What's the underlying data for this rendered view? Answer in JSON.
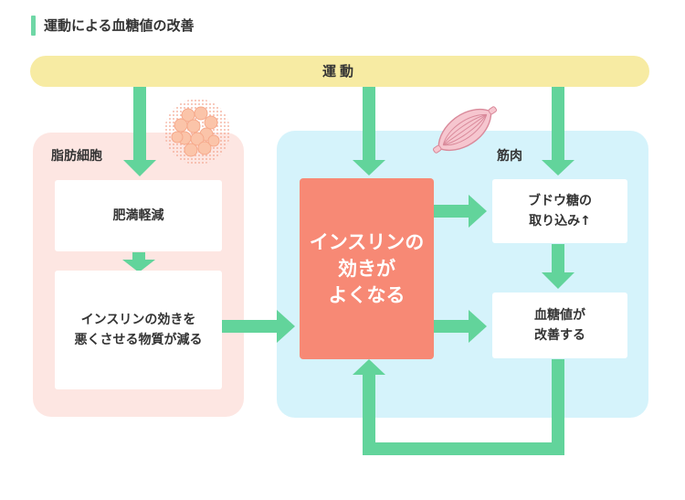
{
  "title": "運動による血糖値の改善",
  "exercise": "運動",
  "fat_cell_label": "脂肪細胞",
  "muscle_label": "筋肉",
  "boxes": {
    "fat_reduce": "肥満軽減",
    "insulin_bad": "インスリンの効きを\n悪くさせる物質が減る",
    "insulin_good": "インスリンの\n効きが\nよくなる",
    "glucose_uptake": "ブドウ糖の\n取り込み↑",
    "glucose_improve": "血糖値が\n改善する"
  },
  "colors": {
    "accent": "#6fd7a6",
    "arrow": "#62d49b",
    "exercise_bar": "#f7eba3",
    "fat_panel": "#fde6e2",
    "muscle_panel": "#d5f3fb",
    "insulin_box": "#f78975"
  },
  "icons": [
    "fat-cell-icon",
    "muscle-icon"
  ]
}
